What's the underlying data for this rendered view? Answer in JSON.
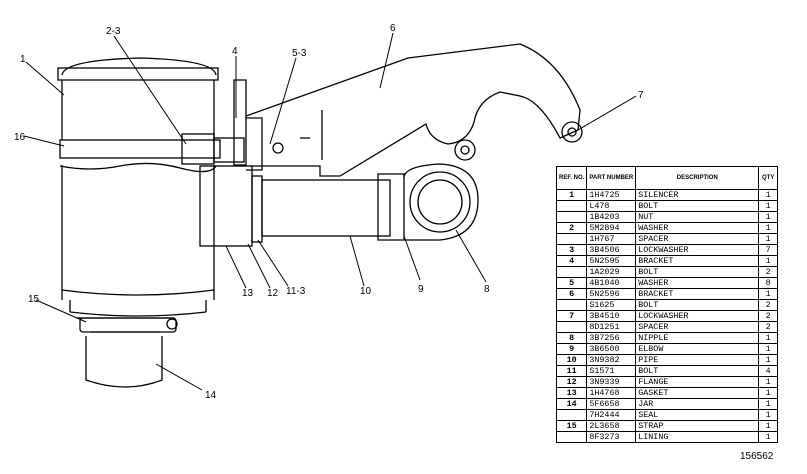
{
  "callouts": {
    "c1": "1",
    "c2": "2-3",
    "c4": "4",
    "c5": "5-3",
    "c6": "6",
    "c7": "7",
    "c8": "8",
    "c9": "9",
    "c10": "10",
    "c11": "11-3",
    "c12": "12",
    "c13": "13",
    "c14": "14",
    "c15": "15",
    "c16": "16"
  },
  "table": {
    "headers": {
      "ref": "REF. NO.",
      "part": "PART NUMBER",
      "desc": "DESCRIPTION",
      "qty": "QTY"
    },
    "rows": [
      {
        "ref": "1",
        "part": "1H4725",
        "desc": "SILENCER",
        "qty": "1"
      },
      {
        "ref": "",
        "part": "L478",
        "desc": "BOLT",
        "qty": "1"
      },
      {
        "ref": "",
        "part": "1B4203",
        "desc": "NUT",
        "qty": "1"
      },
      {
        "ref": "2",
        "part": "5M2894",
        "desc": "WASHER",
        "qty": "1"
      },
      {
        "ref": "",
        "part": "1H767",
        "desc": "SPACER",
        "qty": "1"
      },
      {
        "ref": "3",
        "part": "3B4506",
        "desc": "LOCKWASHER",
        "qty": "7"
      },
      {
        "ref": "4",
        "part": "5N2595",
        "desc": "BRACKET",
        "qty": "1"
      },
      {
        "ref": "",
        "part": "1A2029",
        "desc": "BOLT",
        "qty": "2"
      },
      {
        "ref": "5",
        "part": "4B1040",
        "desc": "WASHER",
        "qty": "8"
      },
      {
        "ref": "6",
        "part": "5N2596",
        "desc": "BRACKET",
        "qty": "1"
      },
      {
        "ref": "",
        "part": "S1625",
        "desc": "BOLT",
        "qty": "2"
      },
      {
        "ref": "7",
        "part": "3B4510",
        "desc": "LOCKWASHER",
        "qty": "2"
      },
      {
        "ref": "",
        "part": "8D1251",
        "desc": "SPACER",
        "qty": "2"
      },
      {
        "ref": "8",
        "part": "3B7256",
        "desc": "NIPPLE",
        "qty": "1"
      },
      {
        "ref": "9",
        "part": "3B6500",
        "desc": "ELBOW",
        "qty": "1"
      },
      {
        "ref": "10",
        "part": "3N9382",
        "desc": "PIPE",
        "qty": "1"
      },
      {
        "ref": "11",
        "part": "S1571",
        "desc": "BOLT",
        "qty": "4"
      },
      {
        "ref": "12",
        "part": "3N9339",
        "desc": "FLANGE",
        "qty": "1"
      },
      {
        "ref": "13",
        "part": "1H4768",
        "desc": "GASKET",
        "qty": "1"
      },
      {
        "ref": "14",
        "part": "5F6658",
        "desc": "JAR",
        "qty": "1"
      },
      {
        "ref": "",
        "part": "7H2444",
        "desc": "SEAL",
        "qty": "1"
      },
      {
        "ref": "15",
        "part": "2L3658",
        "desc": "STRAP",
        "qty": "1"
      },
      {
        "ref": "",
        "part": "8F3273",
        "desc": "LINING",
        "qty": "1"
      }
    ]
  },
  "drawing_number": "156562"
}
